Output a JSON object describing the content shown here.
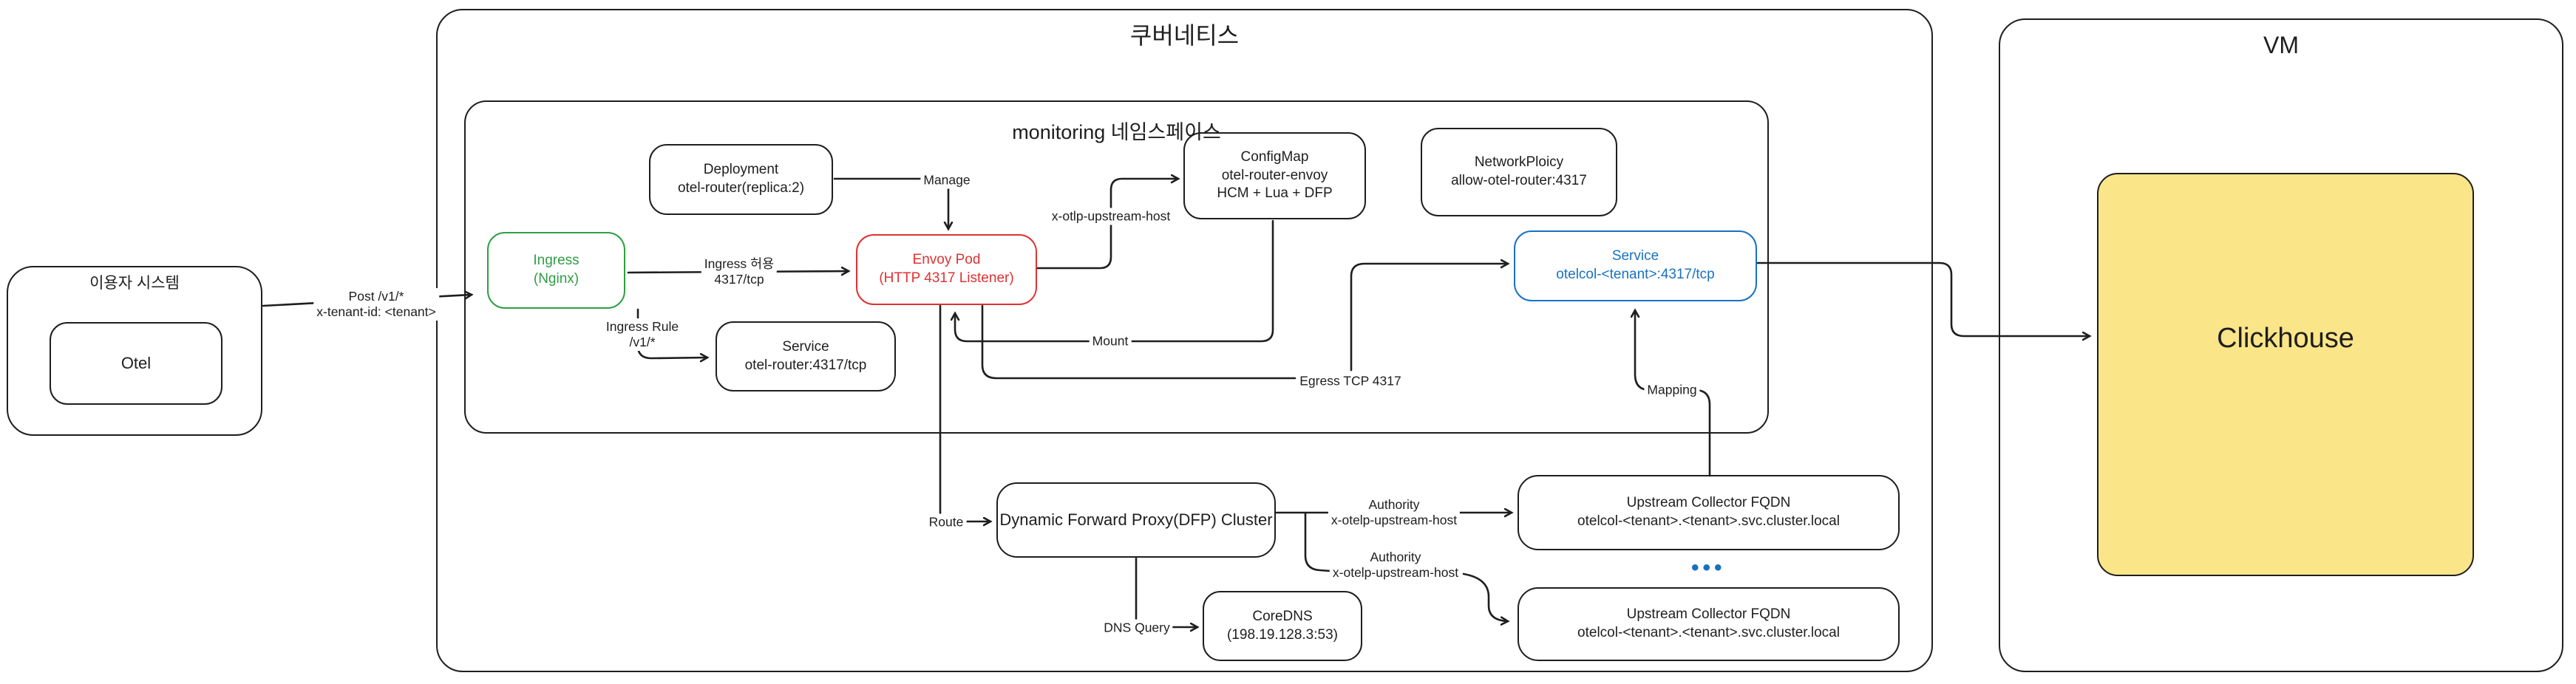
{
  "colors": {
    "stroke": "#1e1e1e",
    "green": "#2f9e44",
    "red": "#e03131",
    "blue": "#1971c2",
    "yellow_fill": "#fae588"
  },
  "containers": {
    "user_system": {
      "title": "이용자 시스템"
    },
    "kubernetes": {
      "title": "쿠버네티스"
    },
    "monitoring": {
      "title": "monitoring 네임스페이스"
    },
    "vm": {
      "title": "VM"
    }
  },
  "nodes": {
    "otel": {
      "label": "Otel"
    },
    "deployment": {
      "line1": "Deployment",
      "line2": "otel-router(replica:2)"
    },
    "ingress": {
      "line1": "Ingress",
      "line2": "(Nginx)"
    },
    "envoy": {
      "line1": "Envoy Pod",
      "line2": "(HTTP 4317 Listener)"
    },
    "configmap": {
      "line1": "ConfigMap",
      "line2": "otel-router-envoy",
      "line3": "HCM + Lua + DFP"
    },
    "network_policy": {
      "line1": "NetworkPloicy",
      "line2": "allow-otel-router:4317"
    },
    "service_otelcol": {
      "line1": "Service",
      "line2": "otelcol-<tenant>:4317/tcp"
    },
    "service_router": {
      "line1": "Service",
      "line2": "otel-router:4317/tcp"
    },
    "dfp": {
      "label": "Dynamic Forward Proxy(DFP) Cluster"
    },
    "coredns": {
      "line1": "CoreDNS",
      "line2": "(198.19.128.3:53)"
    },
    "upstream1": {
      "line1": "Upstream Collector FQDN",
      "line2": "otelcol-<tenant>.<tenant>.svc.cluster.local"
    },
    "upstream2": {
      "line1": "Upstream Collector FQDN",
      "line2": "otelcol-<tenant>.<tenant>.svc.cluster.local"
    },
    "ellipsis": "•••",
    "clickhouse": {
      "label": "Clickhouse"
    }
  },
  "edge_labels": {
    "post": {
      "line1": "Post /v1/*",
      "line2": "x-tenant-id: <tenant>"
    },
    "ingress_allow": {
      "line1": "Ingress 허용",
      "line2": "4317/tcp"
    },
    "ingress_rule": {
      "line1": "Ingress Rule",
      "line2": "/v1/*"
    },
    "manage": "Manage",
    "x_otlp": "x-otlp-upstream-host",
    "mount": "Mount",
    "egress": "Egress TCP 4317",
    "route": "Route",
    "authority1": {
      "line1": "Authority",
      "line2": "x-otelp-upstream-host"
    },
    "authority2": {
      "line1": "Authority",
      "line2": "x-otelp-upstream-host"
    },
    "dns_query": "DNS Query",
    "mapping": "Mapping"
  }
}
